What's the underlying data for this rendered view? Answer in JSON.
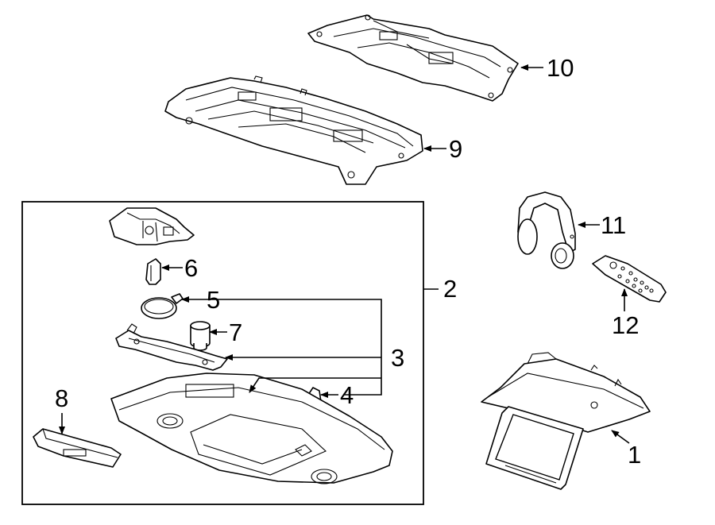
{
  "callouts": {
    "p1": "1",
    "p2": "2",
    "p3": "3",
    "p4": "4",
    "p5": "5",
    "p6": "6",
    "p7": "7",
    "p8": "8",
    "p9": "9",
    "p10": "10",
    "p11": "11",
    "p12": "12"
  },
  "colors": {
    "line": "#000000",
    "background": "#ffffff"
  }
}
